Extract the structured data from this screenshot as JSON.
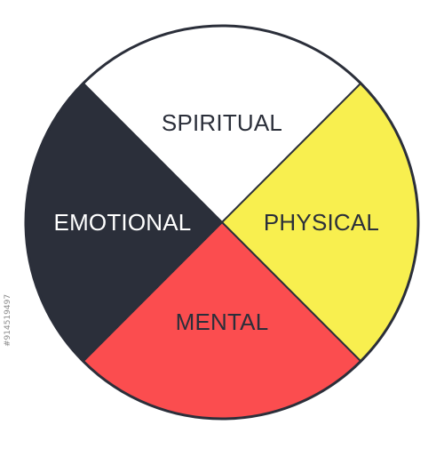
{
  "wheel": {
    "outline_color": "#2b2f3a",
    "quadrants": [
      {
        "id": "spiritual",
        "label": "SPIRITUAL",
        "fill": "#ffffff",
        "text_color": "#2b2f3a",
        "angle_start": -135,
        "angle_end": -45
      },
      {
        "id": "physical",
        "label": "PHYSICAL",
        "fill": "#f8ef4f",
        "text_color": "#2b2f3a",
        "angle_start": -45,
        "angle_end": 45
      },
      {
        "id": "mental",
        "label": "MENTAL",
        "fill": "#fb4d4f",
        "text_color": "#2b2f3a",
        "angle_start": 45,
        "angle_end": 135
      },
      {
        "id": "emotional",
        "label": "EMOTIONAL",
        "fill": "#2b2f3a",
        "text_color": "#ffffff",
        "angle_start": 135,
        "angle_end": 225
      }
    ]
  },
  "watermark": {
    "id_text": "#914519497"
  }
}
